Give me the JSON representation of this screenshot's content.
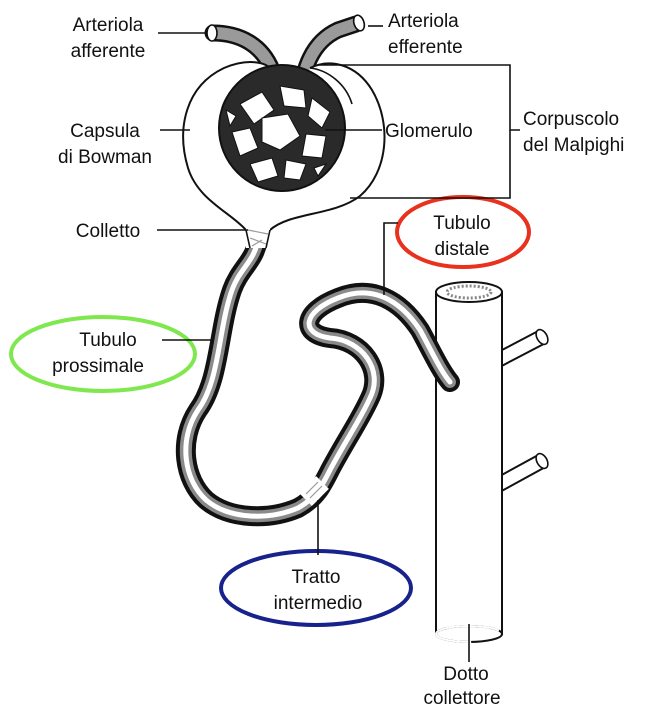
{
  "labels": {
    "arteriola_afferente": [
      "Arteriola",
      "afferente"
    ],
    "arteriola_efferente": [
      "Arteriola",
      "efferente"
    ],
    "capsula_di_bowman": [
      "Capsula",
      "di Bowman"
    ],
    "glomerulo": "Glomerulo",
    "corpuscolo": [
      "Corpuscolo",
      "del Malpighi"
    ],
    "colletto": "Colletto",
    "tubulo_distale": [
      "Tubulo",
      "distale"
    ],
    "tubulo_prossimale": [
      "Tubulo",
      "prossimale"
    ],
    "tratto_intermedio": [
      "Tratto",
      "intermedio"
    ],
    "dotto_collettore": [
      "Dotto",
      "collettore"
    ]
  },
  "highlight_colors": {
    "tubulo_distale": "#e8321e",
    "tubulo_prossimale": "#7ee84e",
    "tratto_intermedio": "#17228c"
  },
  "tube_color": "#8a8a8a"
}
